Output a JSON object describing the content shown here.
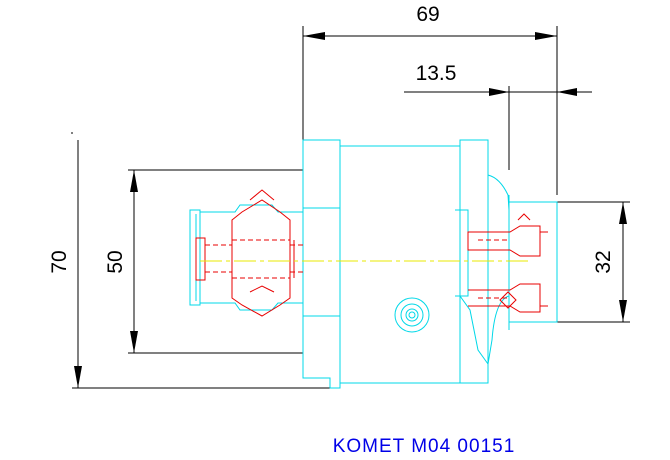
{
  "drawing": {
    "part_number": "KOMET M04 00151",
    "dimensions": {
      "overall_length": "69",
      "shank_length": "13.5",
      "outer_diameter": "70",
      "body_diameter": "50",
      "shank_diameter": "32"
    }
  },
  "colors": {
    "dimensions": "#000000",
    "body_outline": "#00d8e8",
    "hidden_parts": "#e80000",
    "center_axis": "#e8e800",
    "label": "#0000e8"
  }
}
